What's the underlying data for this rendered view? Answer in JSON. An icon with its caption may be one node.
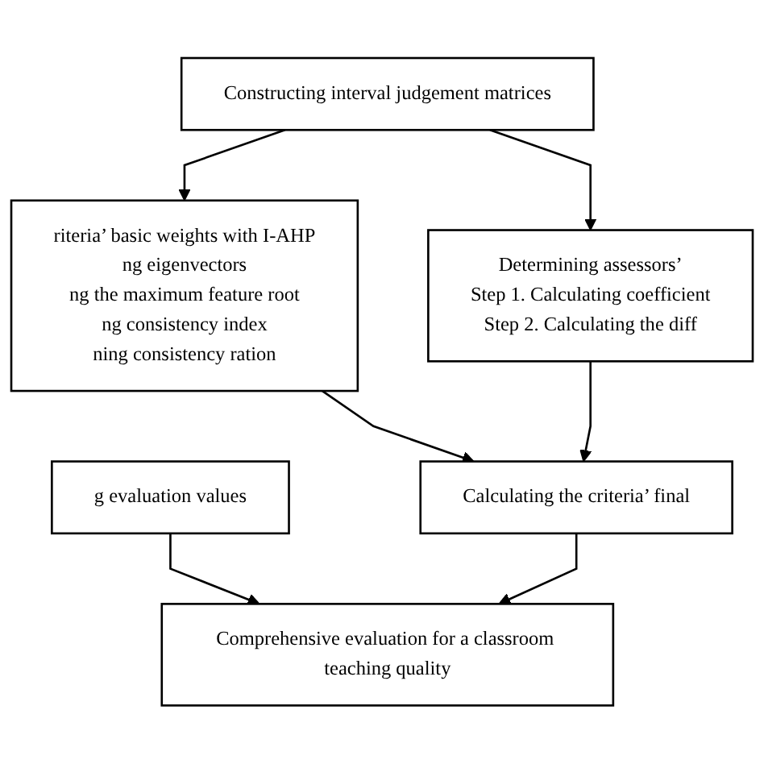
{
  "diagram": {
    "nodes": [
      {
        "text": [
          "Constructing interval judgement matrices"
        ]
      },
      {
        "text": [
          "riteria’ basic weights with I-AHP",
          "ng eigenvectors",
          "ng the maximum feature root",
          "ng consistency index",
          "ning consistency ration"
        ]
      },
      {
        "text": [
          "Determining assessors’",
          "Step 1. Calculating coefficient",
          "Step 2. Calculating the diff"
        ]
      },
      {
        "text": [
          "g evaluation values"
        ]
      },
      {
        "text": [
          "Calculating the criteria’ final"
        ]
      },
      {
        "text": [
          "Comprehensive evaluation for a classroom teaching quality"
        ]
      }
    ],
    "edges": [
      {
        "from": 0,
        "to": 1,
        "arrow": "to"
      },
      {
        "from": 0,
        "to": 2,
        "arrow": "to"
      },
      {
        "from": 1,
        "to": 4,
        "arrow": "to"
      },
      {
        "from": 2,
        "to": 4,
        "arrow": "to"
      },
      {
        "from": 3,
        "to": 5,
        "arrow": "to"
      },
      {
        "from": 4,
        "to": 5,
        "arrow": "to"
      }
    ]
  }
}
